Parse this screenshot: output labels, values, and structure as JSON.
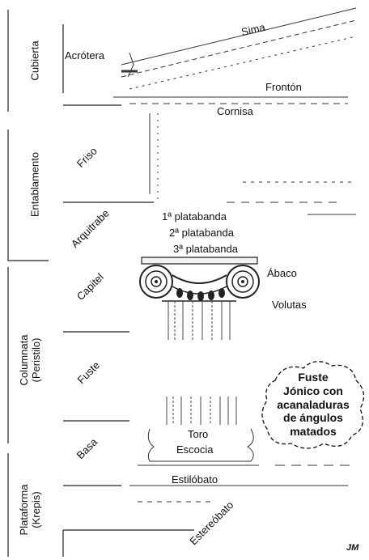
{
  "sections": {
    "cubierta": "Cubierta",
    "entablamento": "Entablamento",
    "columnata": "Columnata",
    "columnata_sub": "(Peristilo)",
    "plataforma": "Plataforma",
    "plataforma_sub": "(Krepis)"
  },
  "parts": {
    "acrotera": "Acrótera",
    "sima": "Sima",
    "fronton": "Frontón",
    "cornisa": "Cornisa",
    "friso": "Friso",
    "arquitrabe": "Arquitrabe",
    "platabanda_1": "1ª platabanda",
    "platabanda_2": "2ª platabanda",
    "platabanda_3": "3ª platabanda",
    "capitel": "Capitel",
    "abaco": "Ábaco",
    "volutas": "Volutas",
    "fuste": "Fuste",
    "basa": "Basa",
    "toro": "Toro",
    "escocia": "Escocia",
    "estilobato": "Estilóbato",
    "estereobato": "Estereóbato"
  },
  "note": {
    "line1": "Fuste",
    "line2": "Jónico con",
    "line3": "acanaladuras",
    "line4": "de ángulos",
    "line5": "matados"
  },
  "signature": "JM"
}
